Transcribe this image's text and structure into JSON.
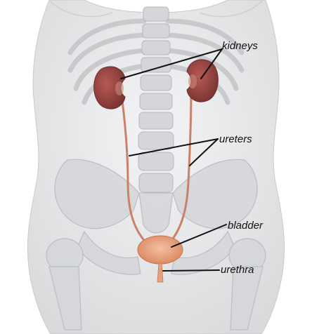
{
  "diagram": {
    "labels": {
      "kidneys": "kidneys",
      "ureters": "ureters",
      "bladder": "bladder",
      "urethra": "urethra"
    },
    "colors": {
      "background": "#ffffff",
      "body_silhouette": "#e6e7e9",
      "bone": "#d2d4d7",
      "bone_outline": "#b9bbbf",
      "kidney": "#a04a46",
      "kidney_dark": "#7a3432",
      "ureter": "#c98268",
      "bladder": "#e7a07f",
      "leader_line": "#111111"
    }
  }
}
